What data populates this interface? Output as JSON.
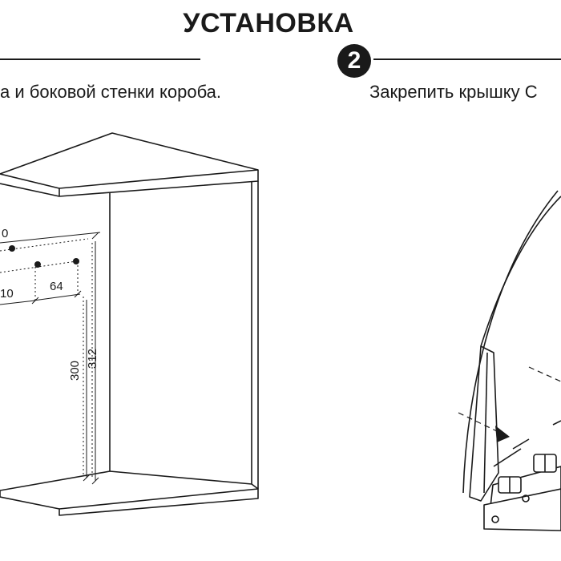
{
  "title": "УСТАНОВКА",
  "step_number": "2",
  "instructions": {
    "left": "а и боковой стенки короба.",
    "right": "Закрепить крышку С"
  },
  "dimensions": {
    "top_partial": "0",
    "left_partial": "10",
    "hole_spacing": "64",
    "height_lower": "300",
    "height_upper": "312"
  }
}
